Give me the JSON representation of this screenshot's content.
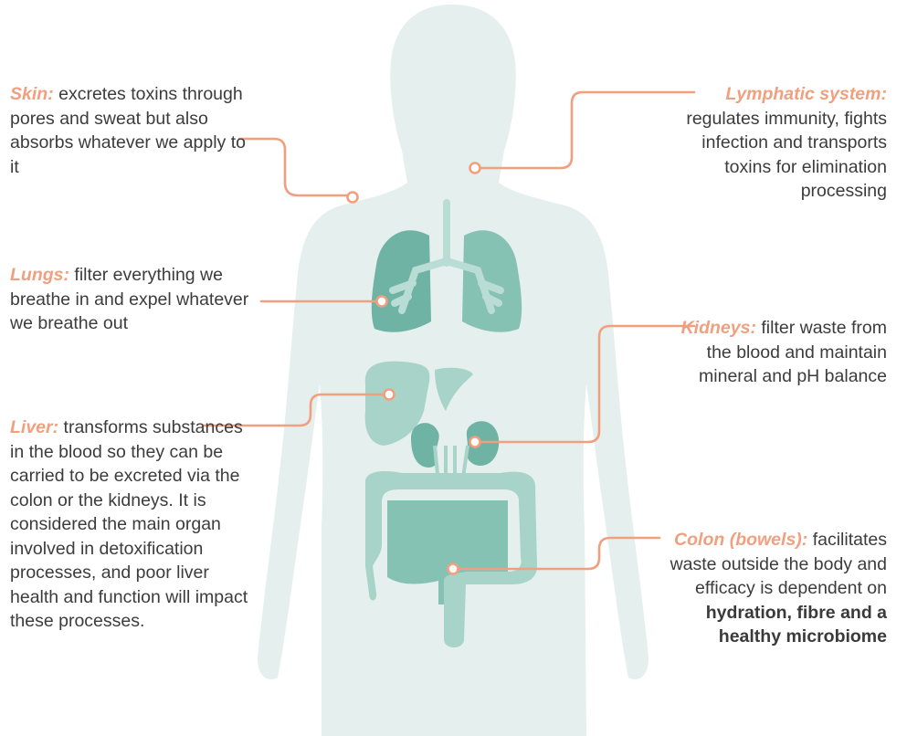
{
  "colors": {
    "body": "#e5efed",
    "organ_dark": "#6fb3a4",
    "organ_mid": "#86c2b4",
    "organ_light": "#a8d3c9",
    "airway": "#b9dcd4",
    "callout": "#f0a07f",
    "text": "#3c3c3c"
  },
  "labels": {
    "skin": {
      "title": "Skin:",
      "text": "excretes toxins through pores and sweat but also absorbs whatever we apply to it"
    },
    "lungs": {
      "title": "Lungs:",
      "text": "filter everything we breathe in and expel whatever we breathe out"
    },
    "liver": {
      "title": "Liver:",
      "text": "transforms substances in the blood so they can be carried to be excreted via the colon or the kidneys. It is considered the main organ involved in detoxification processes, and poor liver health and function will impact these processes."
    },
    "lymphatic": {
      "title": "Lymphatic system:",
      "text": "regulates immunity, fights infection and transports toxins for elimination processing"
    },
    "kidneys": {
      "title": "Kidneys:",
      "text": "filter waste from the blood and maintain mineral and pH balance"
    },
    "colon": {
      "title": "Colon (bowels):",
      "text": "facilitates waste outside the body and efficacy is dependent on",
      "bold": "hydration, fibre and a healthy microbiome"
    }
  }
}
